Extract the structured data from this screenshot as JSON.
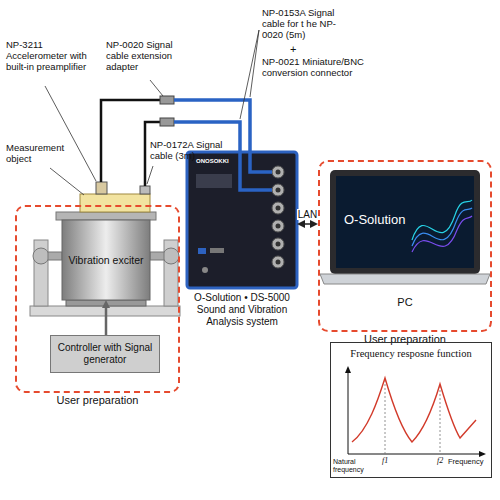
{
  "diagram": {
    "nodes": [
      {
        "text": [
          "User preparation"
        ]
      },
      {
        "text": [
          "Vibration exciter"
        ],
        "in": 0
      },
      {
        "text": [
          "Controller with Signal generator"
        ],
        "in": 0
      },
      {
        "text": [
          "O-Solution • DS-5000 Sound and Vibration Analysis system"
        ]
      },
      {
        "text": [
          "PC",
          "User preparation"
        ]
      },
      {
        "text": [
          "O-Solution"
        ],
        "in": 4
      },
      {
        "text": [
          "Frequency resposne function"
        ]
      }
    ],
    "edges": [
      {
        "from": 2,
        "to": 1,
        "arrow": "to"
      },
      {
        "from": 3,
        "to": 4,
        "label": "LAN",
        "arrow": "both"
      }
    ],
    "labels": [
      "NP-3211 Accelerometer with built-in preamplifier",
      "NP-0020 Signal cable extension adapter",
      "NP-0153A Signal cable for t he NP-0020 (5m)",
      "+",
      "NP-0021 Miniature/BNC conversion connector",
      "Measurement object",
      "NP-0172A Signal cable (3m)",
      "ONOSOKKI",
      "Natural frequency",
      "f1",
      "f2",
      "Frequency"
    ]
  }
}
